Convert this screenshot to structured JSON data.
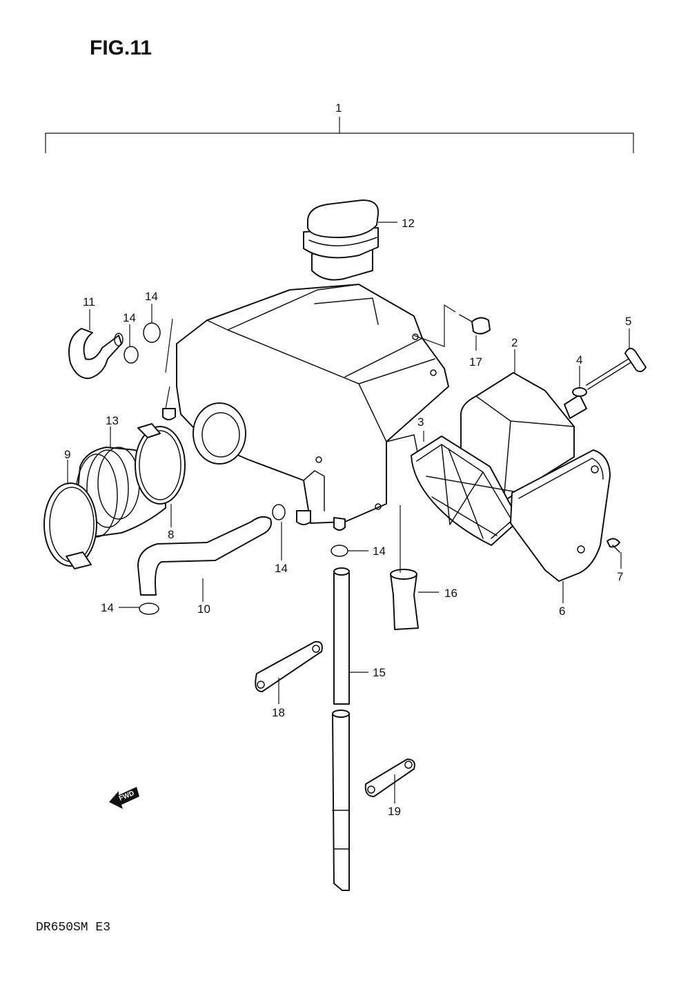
{
  "figure": {
    "title": "FIG.11",
    "model_code": "DR650SM  E3",
    "fwd_label": "FWD"
  },
  "callouts": {
    "c1": "1",
    "c2": "2",
    "c3": "3",
    "c4": "4",
    "c5": "5",
    "c6": "6",
    "c7": "7",
    "c8": "8",
    "c9": "9",
    "c10": "10",
    "c11": "11",
    "c12": "12",
    "c13": "13",
    "c14a": "14",
    "c14b": "14",
    "c14c": "14",
    "c14d": "14",
    "c14e": "14",
    "c15": "15",
    "c16": "16",
    "c17": "17",
    "c18": "18",
    "c19": "19"
  }
}
